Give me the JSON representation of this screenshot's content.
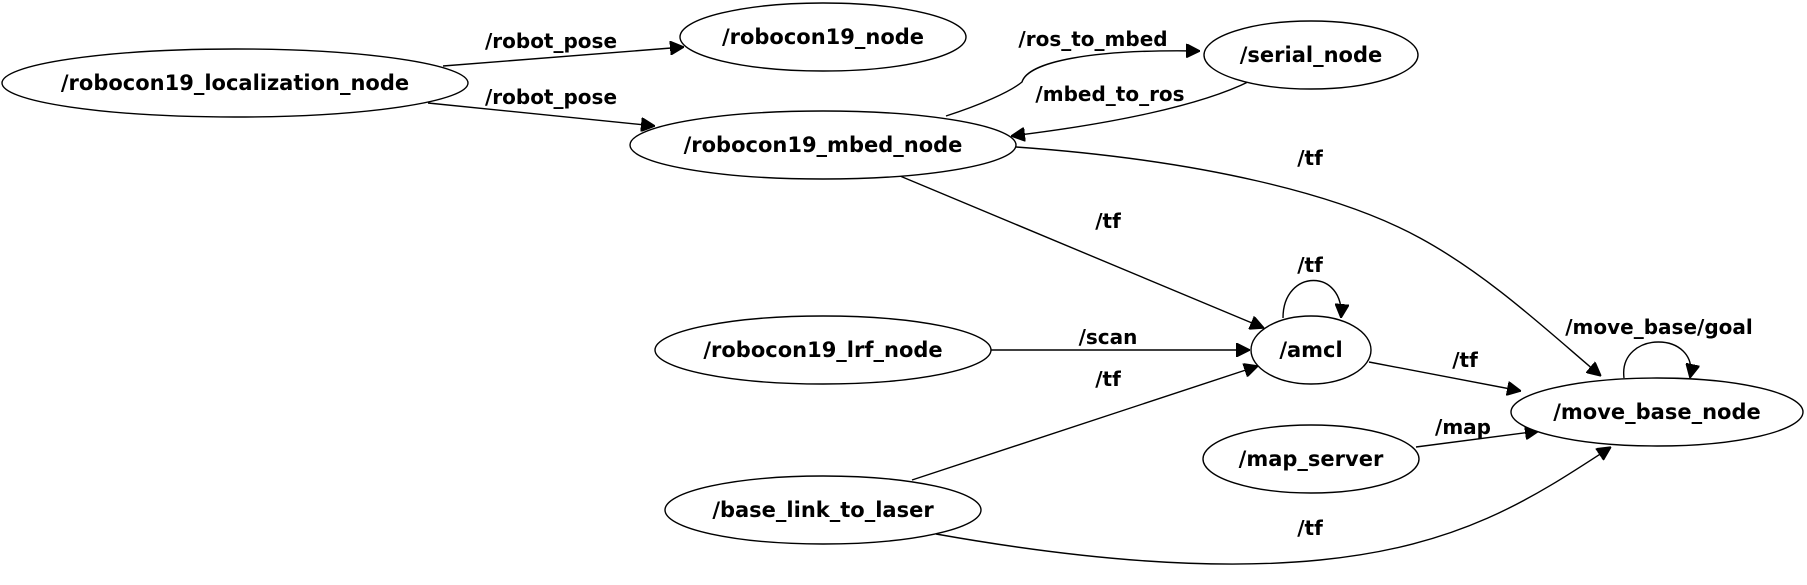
{
  "graph": {
    "nodes": {
      "localization": "/robocon19_localization_node",
      "robocon19": "/robocon19_node",
      "serial": "/serial_node",
      "mbed": "/robocon19_mbed_node",
      "lrf": "/robocon19_lrf_node",
      "amcl": "/amcl",
      "move_base": "/move_base_node",
      "map_server": "/map_server",
      "base_link": "/base_link_to_laser"
    },
    "edges": {
      "loc_to_robocon19": "/robot_pose",
      "loc_to_mbed": "/robot_pose",
      "mbed_to_serial": "/ros_to_mbed",
      "serial_to_mbed": "/mbed_to_ros",
      "mbed_to_move_base": "/tf",
      "mbed_to_amcl": "/tf",
      "amcl_self": "/tf",
      "lrf_to_amcl": "/scan",
      "base_link_to_amcl": "/tf",
      "amcl_to_move_base": "/tf",
      "move_base_self": "/move_base/goal",
      "map_to_move_base": "/map",
      "base_link_to_move_base": "/tf"
    }
  }
}
